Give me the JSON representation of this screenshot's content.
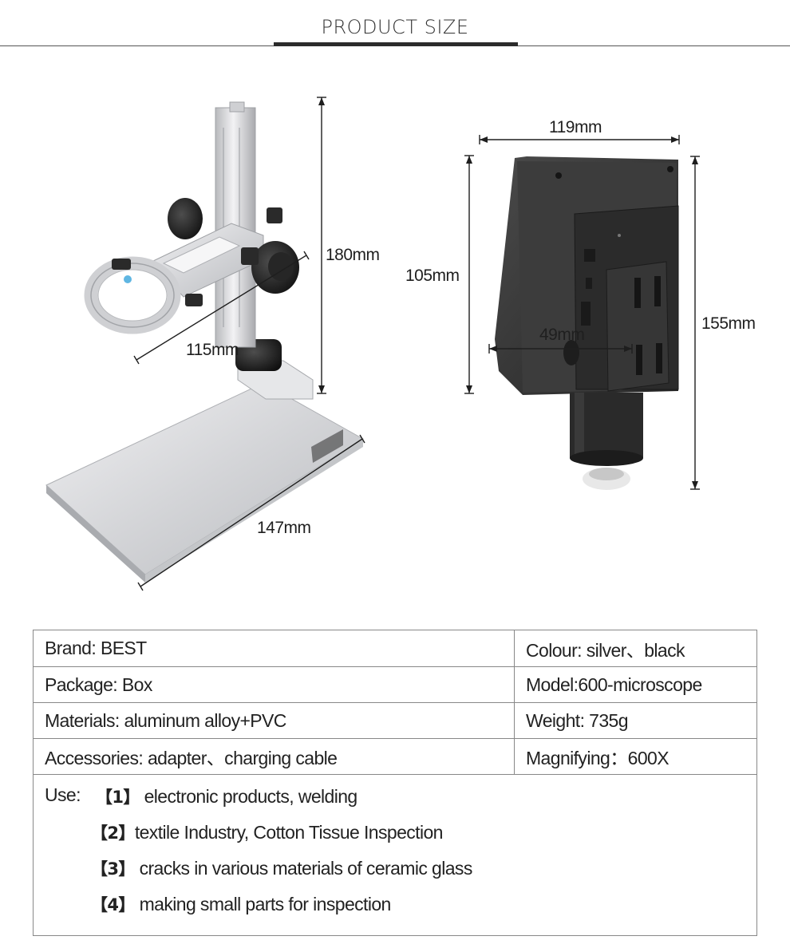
{
  "header": {
    "title": "PRODUCT SIZE"
  },
  "dimensions": {
    "stand_height": "180mm",
    "arm_length": "115mm",
    "base_length": "147mm",
    "screen_width": "119mm",
    "screen_height": "105mm",
    "total_height": "155mm",
    "back_width": "49mm"
  },
  "specs": {
    "rows": [
      {
        "left": "Brand: BEST",
        "right": "Colour: silver、black"
      },
      {
        "left": "Package: Box",
        "right": "Model:600-microscope"
      },
      {
        "left": "Materials: aluminum alloy+PVC",
        "right": "Weight: 735g"
      },
      {
        "left": "Accessories: adapter、charging cable",
        "right": "Magnifying：600X"
      }
    ],
    "use_label": "Use:",
    "uses": [
      {
        "num": "【1】",
        "text": " electronic products, welding"
      },
      {
        "num": "【2】",
        "text": "textile Industry, Cotton Tissue Inspection"
      },
      {
        "num": "【3】",
        "text": " cracks in various materials of ceramic glass"
      },
      {
        "num": "【4】",
        "text": " making small parts for inspection"
      }
    ]
  },
  "colors": {
    "silver": "#d9dadd",
    "black": "#2e2e2e",
    "line": "#1e1e1e"
  }
}
